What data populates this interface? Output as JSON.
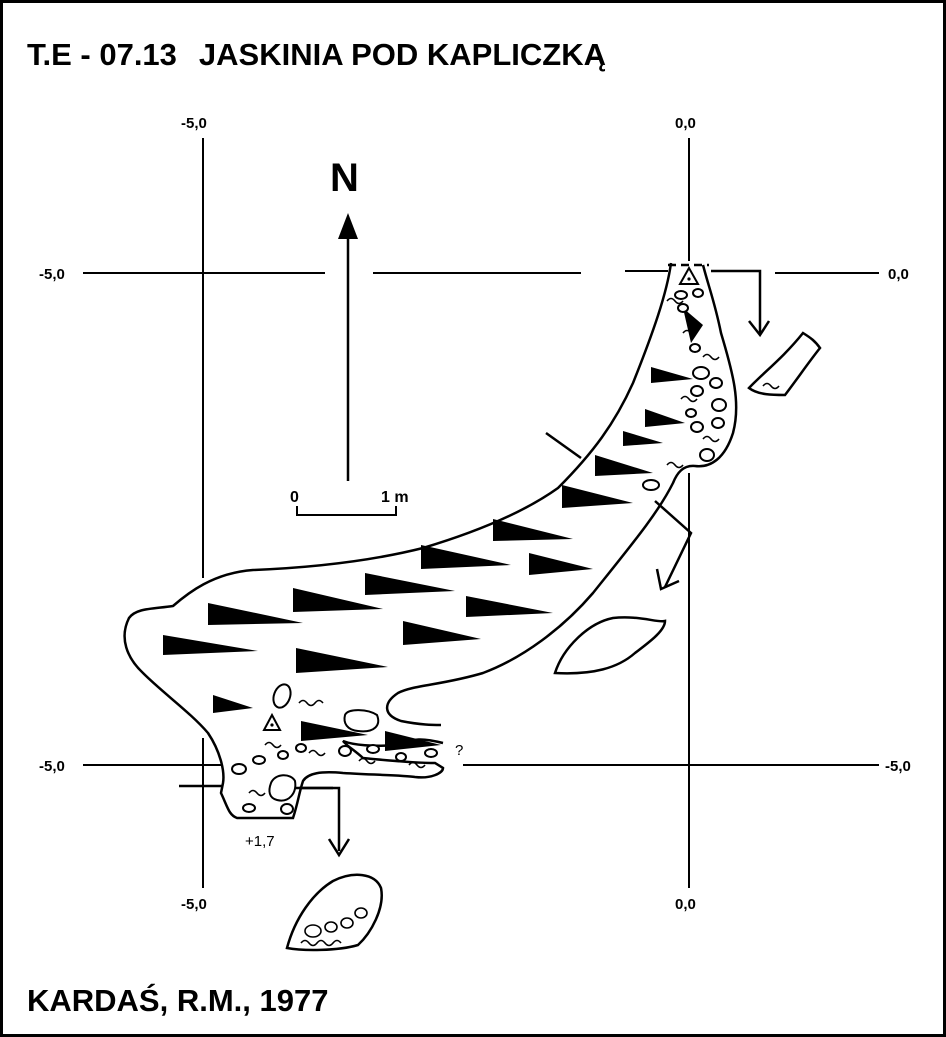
{
  "header": {
    "code": "T.E - 07.13",
    "cave_name": "JASKINIA POD KAPLICZKĄ"
  },
  "footer": {
    "author": "KARDAŚ, R.M., 1977"
  },
  "grid": {
    "top_left": "-5,0",
    "top_right": "0,0",
    "left_upper": "-5,0",
    "right_upper": "0,0",
    "left_lower": "-5,0",
    "right_lower": "-5,0",
    "bottom_left": "-5,0",
    "bottom_right": "0,0"
  },
  "north_label": "N",
  "scale_bar": {
    "start": "0",
    "end": "1 m"
  },
  "annotations": {
    "height_mark": "+1,7",
    "unknown_mark": "?"
  },
  "colors": {
    "ink": "#000000",
    "paper": "#ffffff"
  }
}
